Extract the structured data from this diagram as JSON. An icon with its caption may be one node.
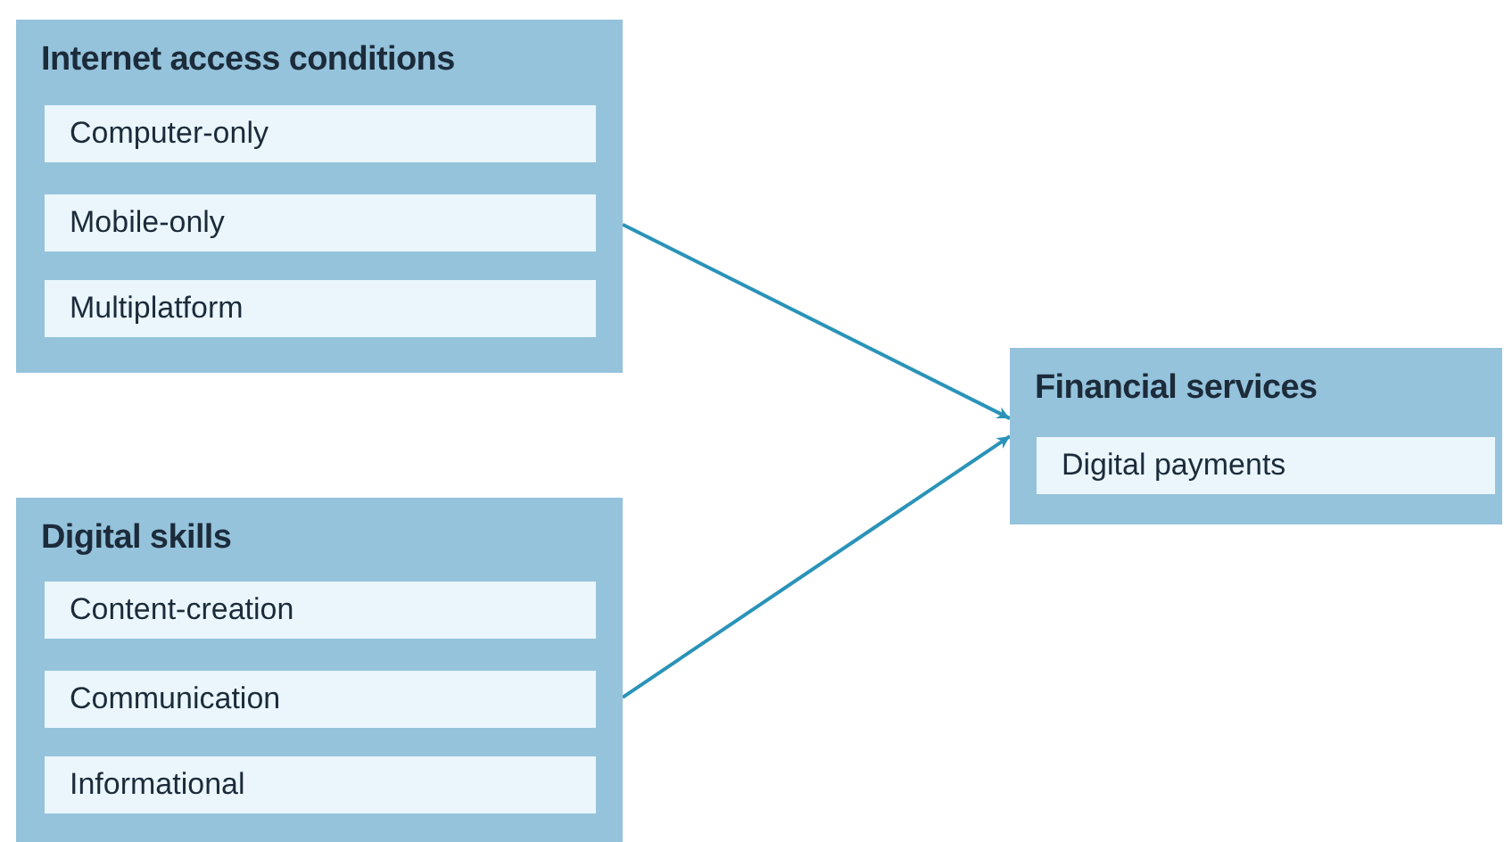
{
  "diagram": {
    "nodes": [
      {
        "text": [
          "Internet access conditions"
        ]
      },
      {
        "text": [
          "Computer-only"
        ],
        "in": 0
      },
      {
        "text": [
          "Mobile-only"
        ],
        "in": 0
      },
      {
        "text": [
          "Multiplatform"
        ],
        "in": 0
      },
      {
        "text": [
          "Digital skills"
        ]
      },
      {
        "text": [
          "Content-creation"
        ],
        "in": 4
      },
      {
        "text": [
          "Communication"
        ],
        "in": 4
      },
      {
        "text": [
          "Informational"
        ],
        "in": 4
      },
      {
        "text": [
          "Financial services"
        ]
      },
      {
        "text": [
          "Digital payments"
        ],
        "in": 8
      }
    ],
    "edges": [
      {
        "from": 0,
        "to": 8,
        "arrow": "to"
      },
      {
        "from": 4,
        "to": 8,
        "arrow": "to"
      }
    ]
  }
}
